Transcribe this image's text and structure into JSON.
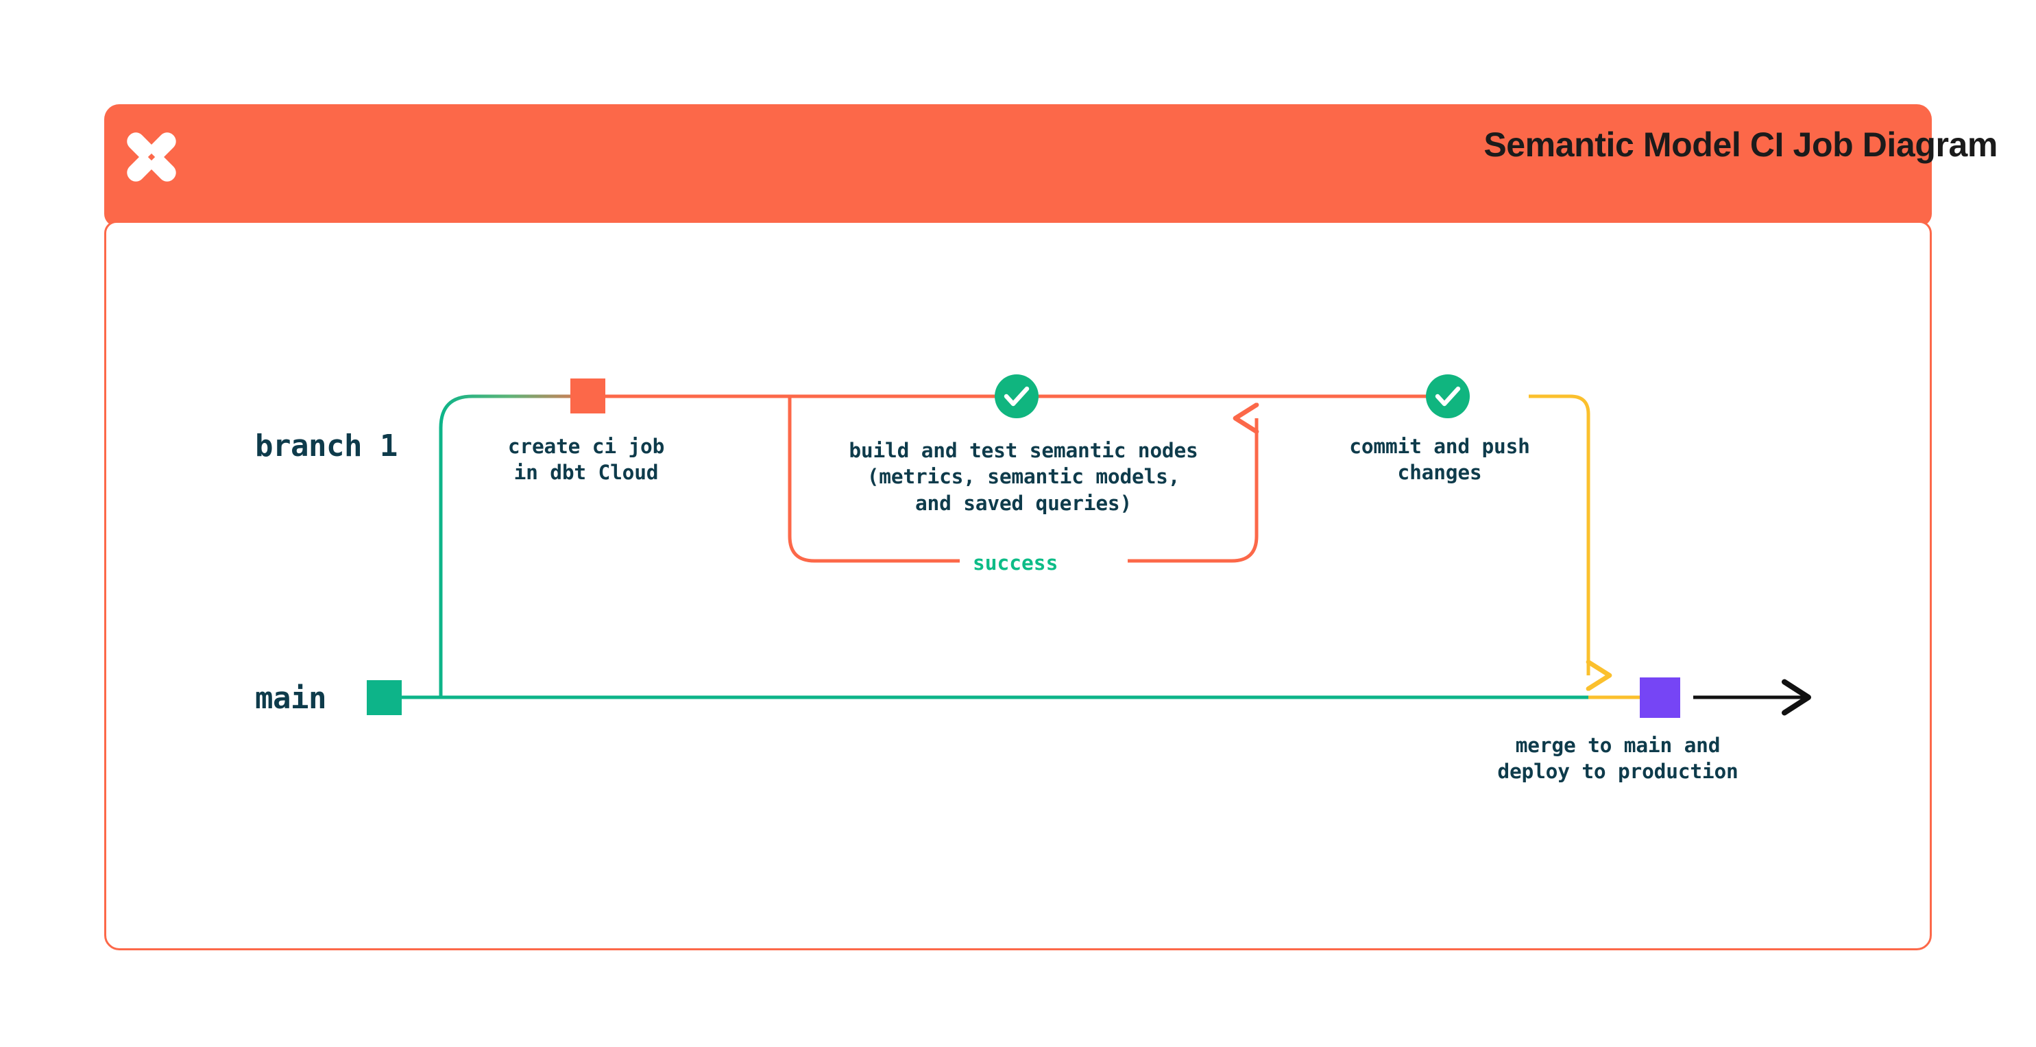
{
  "header": {
    "title": "Semantic Model CI Job Diagram",
    "logo_icon": "dbt-logo-icon",
    "background_color": "#FC6849"
  },
  "card": {
    "border_color": "#FC6849",
    "background_color": "#ffffff"
  },
  "colors": {
    "orange": "#FC6849",
    "teal": "#0DB489",
    "green_check": "#10B57F",
    "yellow": "#FBC02D",
    "purple": "#7645F5",
    "navy_text": "#0E3B4B",
    "success_green": "#0DBC87",
    "black_arrow": "#111111"
  },
  "branches": [
    {
      "name": "branch 1",
      "label": "branch 1",
      "color": "#FC6849"
    },
    {
      "name": "main",
      "label": "main",
      "color": "#0DB489"
    }
  ],
  "nodes": [
    {
      "id": "create-ci-job",
      "caption": "create ci job\nin dbt Cloud",
      "marker": "square",
      "marker_color": "#FC6849",
      "branch": "branch 1"
    },
    {
      "id": "build-and-test",
      "caption": "build and test semantic nodes\n(metrics, semantic models,\nand saved queries)",
      "marker": "check-circle",
      "marker_color": "#10B57F",
      "branch": "branch 1"
    },
    {
      "id": "commit-and-push",
      "caption": "commit and push\nchanges",
      "marker": "check-circle",
      "marker_color": "#10B57F",
      "branch": "branch 1"
    },
    {
      "id": "merge-to-main",
      "caption": "merge to main and\ndeploy to production",
      "marker": "square",
      "marker_color": "#7645F5",
      "branch": "main"
    }
  ],
  "edge_labels": [
    {
      "id": "success",
      "text": "success",
      "color": "#0DBC87"
    }
  ]
}
